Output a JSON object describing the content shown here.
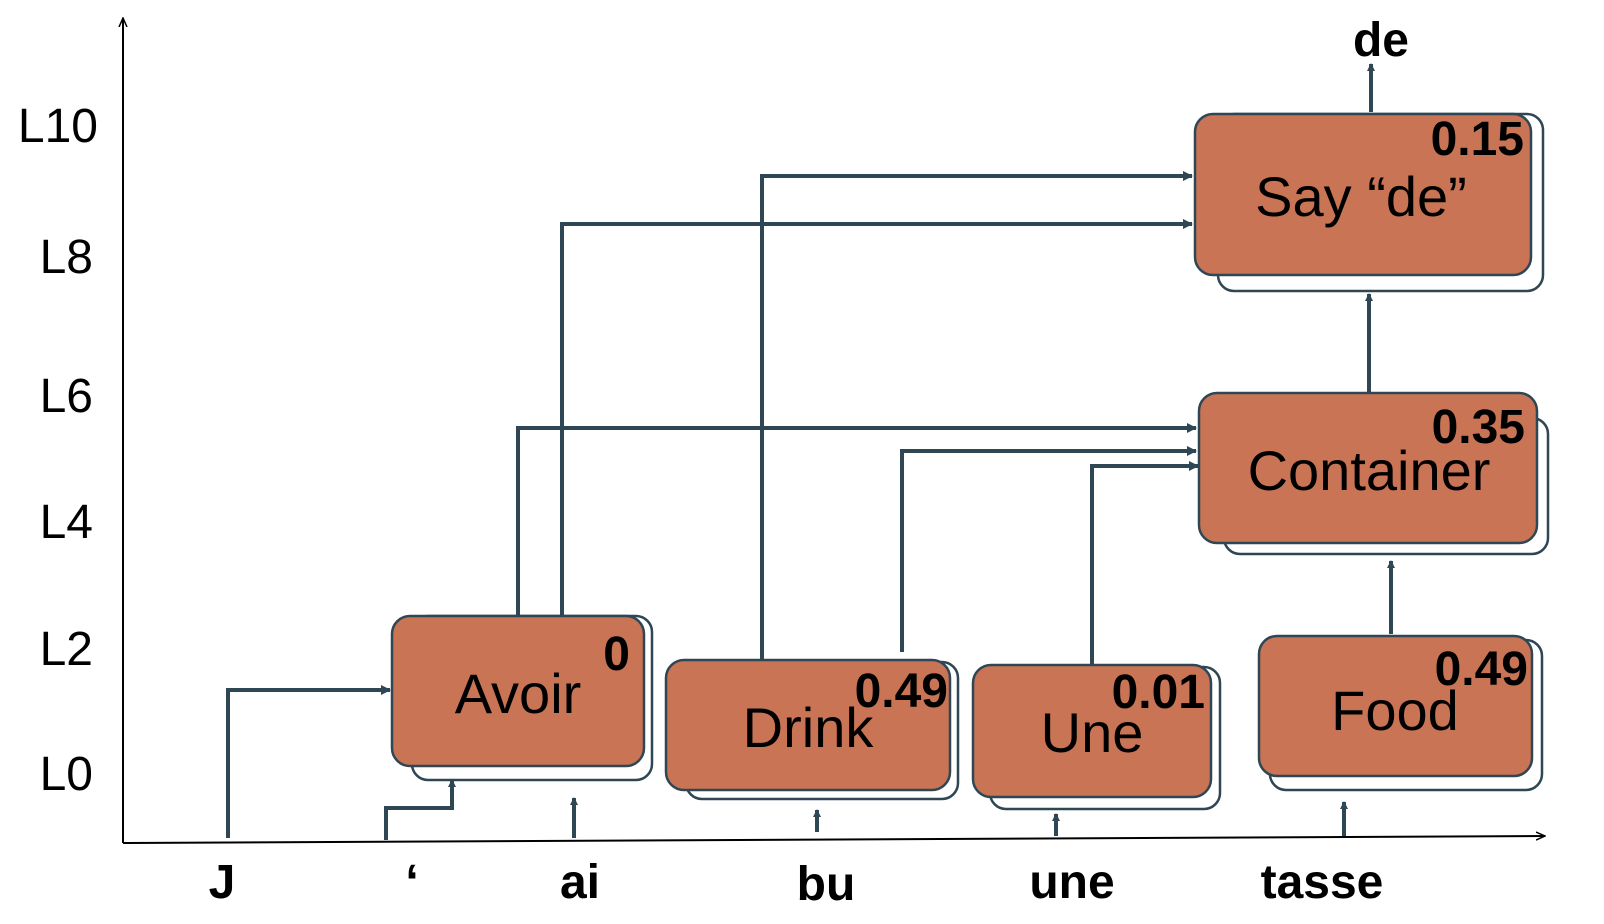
{
  "colors": {
    "node_fill": "#c97455",
    "node_stroke": "#2f4654",
    "connector": "#2f4654",
    "axis": "#000000",
    "text": "#000000"
  },
  "y_axis_labels": [
    "L0",
    "L2",
    "L4",
    "L6",
    "L8",
    "L10"
  ],
  "tokens": [
    "J",
    "‘",
    "ai",
    "bu",
    "une",
    "tasse"
  ],
  "output_token": "de",
  "nodes": [
    {
      "id": "avoir",
      "label": "Avoir",
      "value": "0"
    },
    {
      "id": "drink",
      "label": "Drink",
      "value": "0.49"
    },
    {
      "id": "une",
      "label": "Une",
      "value": "0.01"
    },
    {
      "id": "food",
      "label": "Food",
      "value": "0.49"
    },
    {
      "id": "container",
      "label": "Container",
      "value": "0.35"
    },
    {
      "id": "say-de",
      "label": "Say “de”",
      "value": "0.15"
    }
  ]
}
